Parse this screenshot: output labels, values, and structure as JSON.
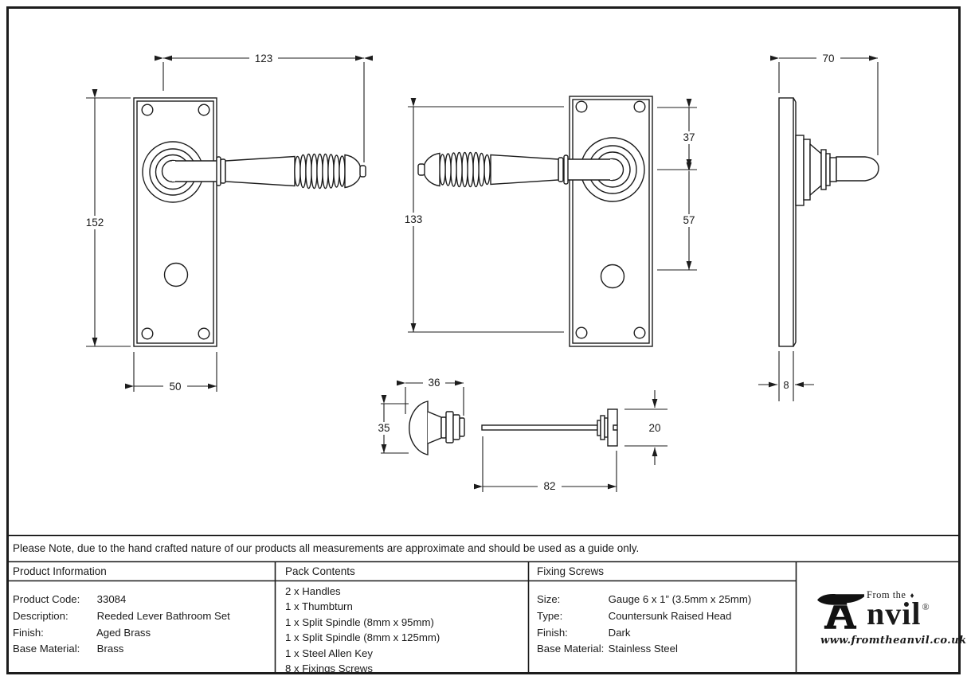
{
  "note": "Please Note, due to the hand crafted nature of our products all measurements are approximate and should be used as a guide only.",
  "table": {
    "product_information": {
      "header": "Product Information",
      "rows": [
        {
          "label": "Product Code:",
          "value": "33084"
        },
        {
          "label": "Description:",
          "value": "Reeded Lever Bathroom Set"
        },
        {
          "label": "Finish:",
          "value": "Aged Brass"
        },
        {
          "label": "Base Material:",
          "value": "Brass"
        }
      ]
    },
    "pack_contents": {
      "header": "Pack Contents",
      "items": [
        "2 x Handles",
        "1 x Thumbturn",
        "1 x Split Spindle (8mm x 95mm)",
        "1 x Split Spindle (8mm x 125mm)",
        "1 x Steel Allen Key",
        "8 x Fixings Screws"
      ]
    },
    "fixing_screws": {
      "header": "Fixing Screws",
      "rows": [
        {
          "label": "Size:",
          "value": "Gauge 6 x 1” (3.5mm x 25mm)"
        },
        {
          "label": "Type:",
          "value": "Countersunk Raised Head"
        },
        {
          "label": "Finish:",
          "value": "Dark"
        },
        {
          "label": "Base Material:",
          "value": "Stainless Steel"
        }
      ]
    }
  },
  "dimensions": {
    "front_view": {
      "lever_length": "123",
      "plate_height": "152",
      "plate_width": "50"
    },
    "rear_view": {
      "fixing_centres": "133",
      "top_offset": "37",
      "turn_offset": "57"
    },
    "side_view": {
      "projection": "70",
      "plate_thickness": "8"
    },
    "thumbturn": {
      "width": "36",
      "height": "35"
    },
    "spindle": {
      "length": "82",
      "head_height": "20"
    }
  },
  "logo": {
    "prefix": "From the",
    "diamond": "♦",
    "brand_rest": "nvil",
    "registered": "®",
    "url": "www.fromtheanvil.co.uk"
  },
  "colors": {
    "line": "#1c1c1c",
    "background": "#ffffff"
  }
}
